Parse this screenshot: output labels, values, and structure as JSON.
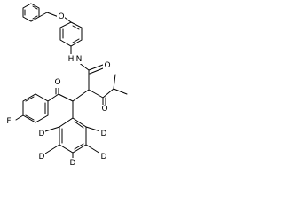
{
  "structure": {
    "atoms": {
      "ether_o": "O",
      "amide_h": "H",
      "amide_n": "N",
      "amide_o": "O",
      "ketone_o_left": "O",
      "ketone_o_right": "O",
      "fluorine": "F",
      "deuterium_1": "D",
      "deuterium_2": "D",
      "deuterium_3": "D",
      "deuterium_4": "D",
      "deuterium_5": "D"
    }
  }
}
